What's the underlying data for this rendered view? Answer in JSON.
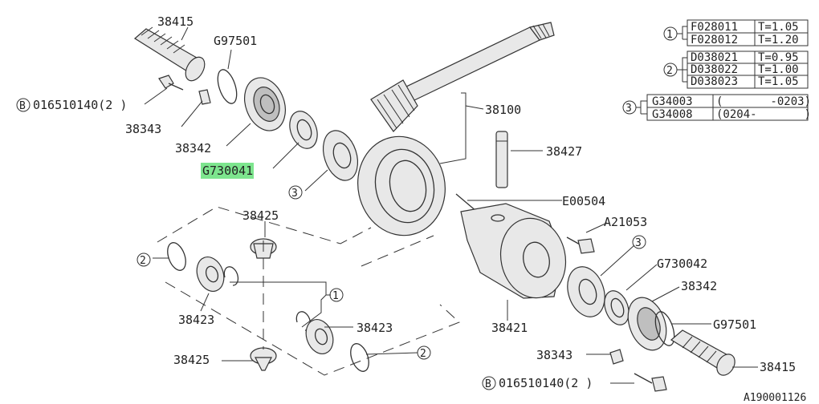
{
  "labels": {
    "p38415_top": "38415",
    "g97501_top": "G97501",
    "bolt_top": "016510140(2 )",
    "p38343_top": "38343",
    "p38342_top": "38342",
    "g730041": "G730041",
    "c3_a": "3",
    "p38100": "38100",
    "p38427": "38427",
    "e00504": "E00504",
    "a21053": "A21053",
    "c3_b": "3",
    "g730042": "G730042",
    "p38342_bot": "38342",
    "g97501_bot": "G97501",
    "p38425_top": "38425",
    "c2_a": "2",
    "c1_mid": "1",
    "p38423_left": "38423",
    "p38423_right": "38423",
    "p38421": "38421",
    "p38425_bot": "38425",
    "c2_b": "2",
    "p38343_bot": "38343",
    "bolt_bot": "016510140(2 )",
    "p38415_bot": "38415",
    "ref": "A190001126",
    "bolt_symbol": "B"
  },
  "tables": {
    "t1": {
      "marker": "1",
      "rows": [
        {
          "part": "F028011",
          "value": "T=1.05"
        },
        {
          "part": "F028012",
          "value": "T=1.20"
        }
      ]
    },
    "t2": {
      "marker": "2",
      "rows": [
        {
          "part": "D038021",
          "value": "T=0.95"
        },
        {
          "part": "D038022",
          "value": "T=1.00"
        },
        {
          "part": "D038023",
          "value": "T=1.05"
        }
      ]
    },
    "t3": {
      "marker": "3",
      "rows": [
        {
          "part": "G34003",
          "value": "(       -0203)"
        },
        {
          "part": "G34008",
          "value": "(0204-       )"
        }
      ]
    }
  },
  "colors": {
    "highlight": "#66e07a",
    "line": "#333333"
  }
}
